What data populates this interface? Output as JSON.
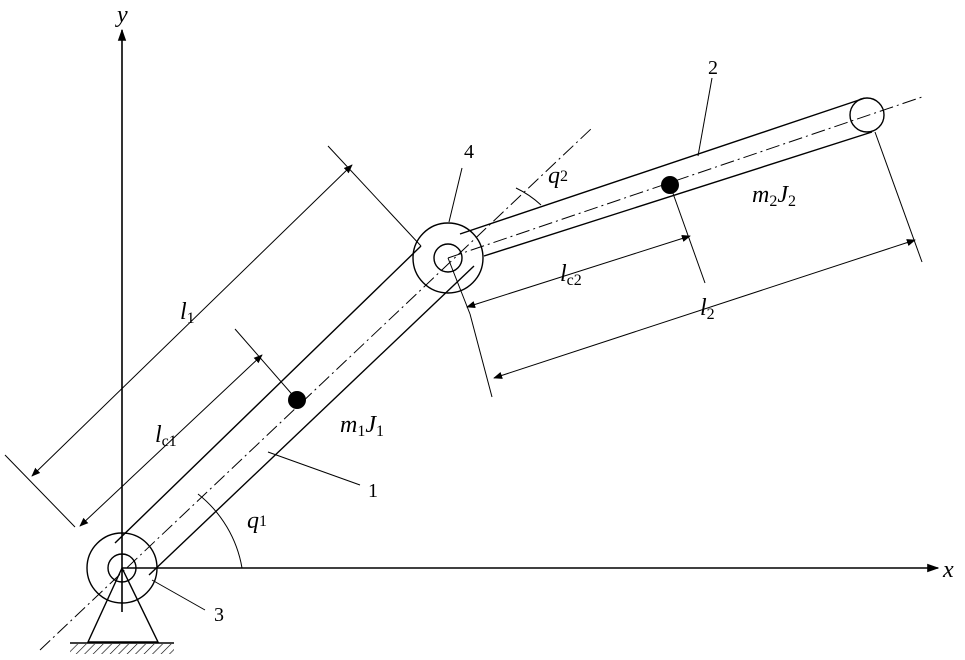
{
  "axes": {
    "x_label": "x",
    "y_label": "y"
  },
  "angles": {
    "q1": {
      "symbol": "q",
      "sub": "1"
    },
    "q2": {
      "symbol": "q",
      "sub": "2"
    }
  },
  "lengths": {
    "l1": {
      "symbol": "l",
      "sub": "1"
    },
    "lc1": {
      "symbol": "l",
      "sub": "c1"
    },
    "l2": {
      "symbol": "l",
      "sub": "2"
    },
    "lc2": {
      "symbol": "l",
      "sub": "c2"
    }
  },
  "masses": {
    "link1": {
      "m": "m",
      "m_sub": "1",
      "J": "J",
      "J_sub": "1"
    },
    "link2": {
      "m": "m",
      "m_sub": "2",
      "J": "J",
      "J_sub": "2"
    }
  },
  "callouts": {
    "c1": "1",
    "c2": "2",
    "c3": "3",
    "c4": "4"
  }
}
